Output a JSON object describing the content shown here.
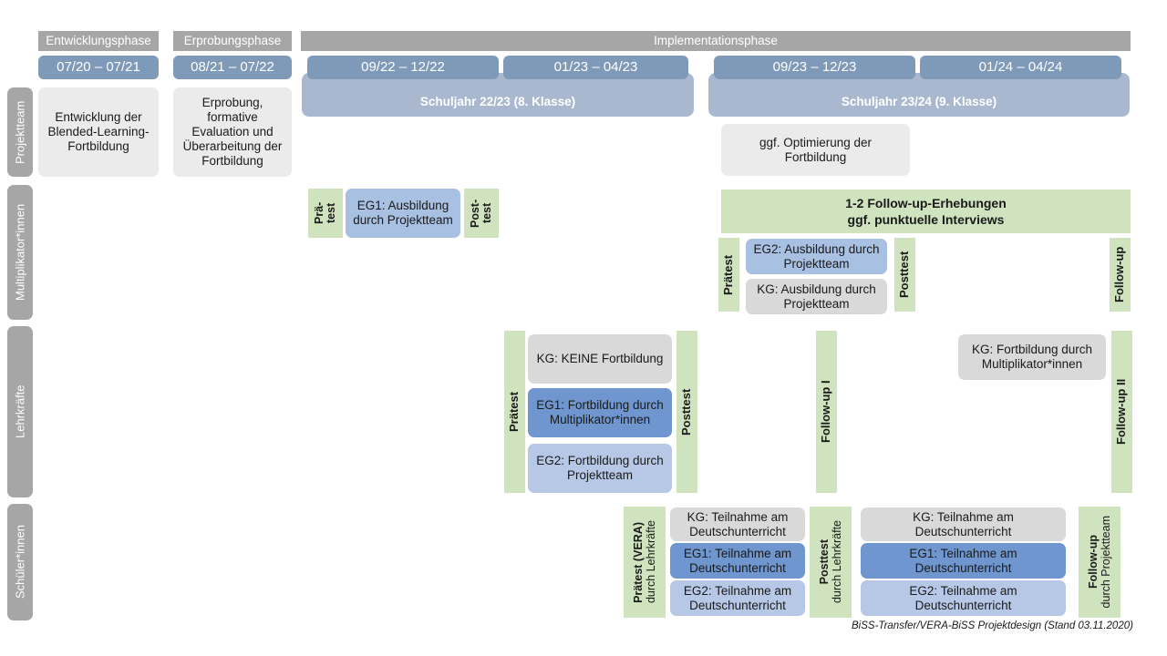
{
  "title": "BiSS-Transfer / VERA-BiSS Projektdesign",
  "colors": {
    "phase_header": "#a6a6a6",
    "period": "#7f9ab8",
    "schoolyear_band": "#a9b8ce",
    "row_label": "#a6a6a6",
    "kg_grey": "#d9d9d9",
    "project_grey": "#ebebeb",
    "eg1_blue": "#6f96cf",
    "eg2_blue": "#b6c8e6",
    "multiplier_blue": "#a8c0e2",
    "survey_green": "#cee3be"
  },
  "phases": [
    {
      "label": "Entwicklungsphase"
    },
    {
      "label": "Erprobungsphase"
    },
    {
      "label": "Implementationsphase"
    }
  ],
  "periods": [
    {
      "label": "07/20 – 07/21"
    },
    {
      "label": "08/21 – 07/22"
    },
    {
      "label": "09/22 – 12/22"
    },
    {
      "label": "01/23 – 04/23"
    },
    {
      "label": "09/23 – 12/23"
    },
    {
      "label": "01/24 – 04/24"
    }
  ],
  "school_years": [
    {
      "label": "Schuljahr 22/23 (8. Klasse)"
    },
    {
      "label": "Schuljahr 23/24 (9. Klasse)"
    }
  ],
  "rows": [
    {
      "key": "projektteam",
      "label": "Projektteam"
    },
    {
      "key": "multiplikator",
      "label": "Multiplikator*innen"
    },
    {
      "key": "lehrkraefte",
      "label": "Lehrkräfte"
    },
    {
      "key": "schuelerinnen",
      "label": "Schüler*innen"
    }
  ],
  "projektteam": {
    "entwicklung": "Entwicklung der Blended-Learning-Fortbildung",
    "erprobung": "Erprobung, formative Evaluation und Überarbeitung der Fortbildung",
    "optimierung": "ggf. Optimierung der Fortbildung"
  },
  "multiplikator": {
    "praetest_1": "Prä-\ntest",
    "eg1": "EG1: Ausbildung durch Projektteam",
    "posttest_1": "Post-\ntest",
    "followup_banner": "1-2 Follow-up-Erhebungen\nggf. punktuelle Interviews",
    "praetest_2": "Prätest",
    "eg2": "EG2: Ausbildung durch Projektteam",
    "kg": "KG: Ausbildung durch Projektteam",
    "posttest_2": "Posttest",
    "followup": "Follow-up"
  },
  "lehrkraefte": {
    "praetest": "Prätest",
    "kg_keine": "KG:  KEINE Fortbildung",
    "eg1": "EG1: Fortbildung durch Multiplikator*innen",
    "eg2": "EG2: Fortbildung durch Projektteam",
    "posttest": "Posttest",
    "followup_1": "Follow-up I",
    "kg_fortbildung": "KG: Fortbildung durch Multiplikator*innen",
    "followup_2": "Follow-up II"
  },
  "schuelerinnen": {
    "praetest_main": "Prätest (VERA)",
    "praetest_sub": "durch Lehrkräfte",
    "kg_1": "KG: Teilnahme am Deutschunterricht",
    "eg1_1": "EG1: Teilnahme am Deutschunterricht",
    "eg2_1": "EG2: Teilnahme am Deutschunterricht",
    "posttest_main": "Posttest",
    "posttest_sub": "durch Lehrkräfte",
    "kg_2": "KG: Teilnahme am Deutschunterricht",
    "eg1_2": "EG1: Teilnahme am Deutschunterricht",
    "eg2_2": "EG2: Teilnahme am Deutschunterricht",
    "followup_main": "Follow-up",
    "followup_sub": "durch Projektteam"
  },
  "footer": "BiSS-Transfer/VERA-BiSS Projektdesign (Stand 03.11.2020)"
}
